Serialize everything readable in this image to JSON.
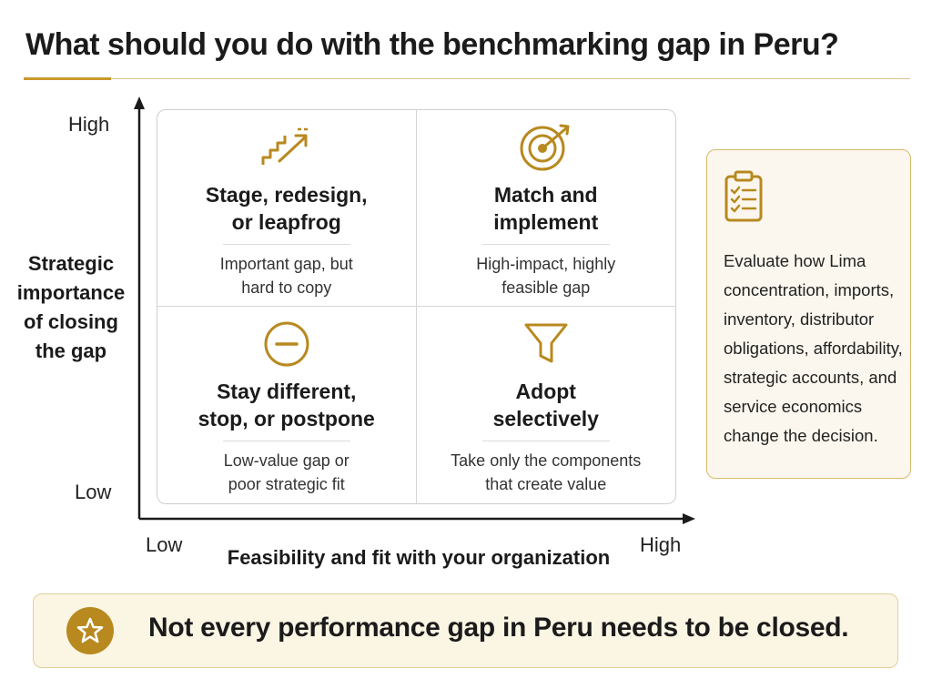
{
  "title": "What should you do with the benchmarking gap in Peru?",
  "axes": {
    "y_title": "Strategic importance of closing the gap",
    "y_high": "High",
    "y_low": "Low",
    "x_title": "Feasibility and fit with your organization",
    "x_low": "Low",
    "x_high": "High"
  },
  "quadrants": {
    "top_left": {
      "icon": "rising-stairs-icon",
      "title_line1": "Stage, redesign,",
      "title_line2": "or leapfrog",
      "desc_line1": "Important gap, but",
      "desc_line2": "hard to copy"
    },
    "top_right": {
      "icon": "target-arrow-icon",
      "title_line1": "Match and",
      "title_line2": "implement",
      "desc_line1": "High-impact, highly",
      "desc_line2": "feasible gap"
    },
    "bottom_left": {
      "icon": "minus-circle-icon",
      "title_line1": "Stay different,",
      "title_line2": "stop, or postpone",
      "desc_line1": "Low-value gap or",
      "desc_line2": "poor strategic fit"
    },
    "bottom_right": {
      "icon": "funnel-icon",
      "title_line1": "Adopt",
      "title_line2": "selectively",
      "desc_line1": "Take only the components",
      "desc_line2": "that create value"
    }
  },
  "side_note": {
    "icon": "clipboard-checklist-icon",
    "lines": [
      "Evaluate how Lima",
      "concentration, imports,",
      "inventory, distributor",
      "obligations, affordability,",
      "strategic accounts, and",
      "service economics",
      "change the decision."
    ]
  },
  "banner": {
    "icon": "star-icon",
    "text": "Not every performance gap in Peru needs to be closed."
  },
  "colors": {
    "accent": "#c89a2c",
    "icon_gold": "#b8891f",
    "card_bg": "#fbf7ee",
    "card_border": "#d8b86a"
  }
}
